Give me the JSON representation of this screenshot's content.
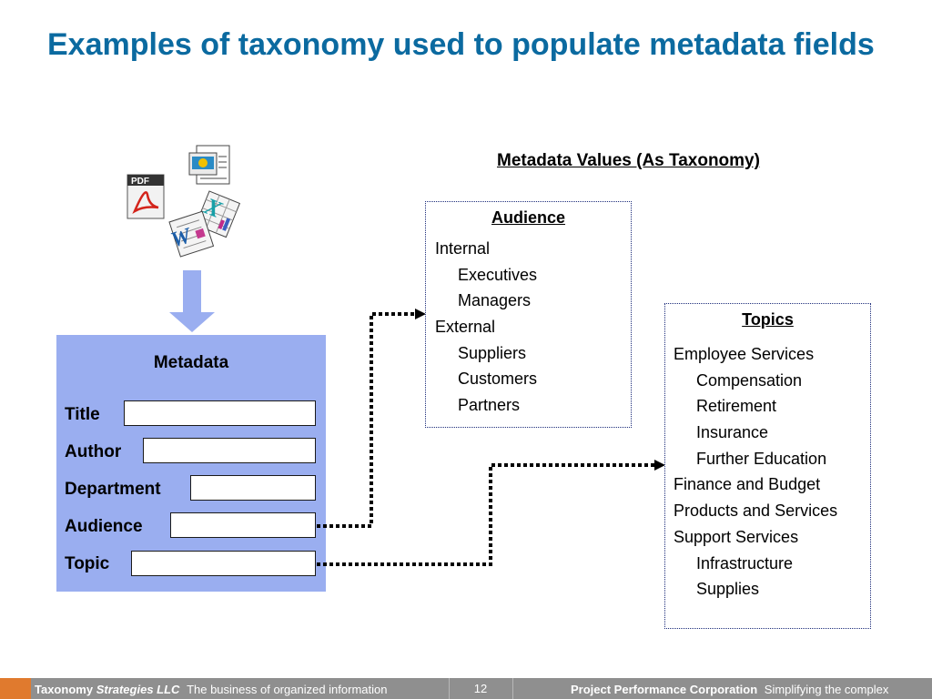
{
  "slide": {
    "title": "Examples of taxonomy used to populate metadata fields",
    "values_heading": "Metadata Values (As Taxonomy)"
  },
  "icons": [
    "pdf-file-icon",
    "powerpoint-file-icon",
    "excel-file-icon",
    "word-file-icon"
  ],
  "audience": {
    "title": "Audience",
    "items": [
      {
        "label": "Internal",
        "level": 0
      },
      {
        "label": "Executives",
        "level": 1
      },
      {
        "label": "Managers",
        "level": 1
      },
      {
        "label": "External",
        "level": 0
      },
      {
        "label": "Suppliers",
        "level": 1
      },
      {
        "label": "Customers",
        "level": 1
      },
      {
        "label": "Partners",
        "level": 1
      }
    ]
  },
  "topics": {
    "title": "Topics",
    "items": [
      {
        "label": "Employee Services",
        "level": 0
      },
      {
        "label": "Compensation",
        "level": 1
      },
      {
        "label": "Retirement",
        "level": 1
      },
      {
        "label": "Insurance",
        "level": 1
      },
      {
        "label": "Further Education",
        "level": 1
      },
      {
        "label": "Finance and Budget",
        "level": 0
      },
      {
        "label": "Products and Services",
        "level": 0
      },
      {
        "label": "Support Services",
        "level": 0
      },
      {
        "label": "Infrastructure",
        "level": 1
      },
      {
        "label": "Supplies",
        "level": 1
      }
    ]
  },
  "metadata": {
    "title": "Metadata",
    "fields": [
      {
        "label": "Title",
        "value": ""
      },
      {
        "label": "Author",
        "value": ""
      },
      {
        "label": "Department",
        "value": ""
      },
      {
        "label": "Audience",
        "value": ""
      },
      {
        "label": "Topic",
        "value": ""
      }
    ]
  },
  "footer": {
    "company": "Taxonomy",
    "company_italic": "Strategies LLC",
    "tagline": "The business of organized information",
    "page_number": "12",
    "partner": "Project Performance Corporation",
    "partner_tagline": "Simplifying the complex"
  },
  "colors": {
    "title": "#0b6aa0",
    "metadata_box": "#9aaef0",
    "arrow": "#9aaef0",
    "footer": "#8f8f8f"
  }
}
